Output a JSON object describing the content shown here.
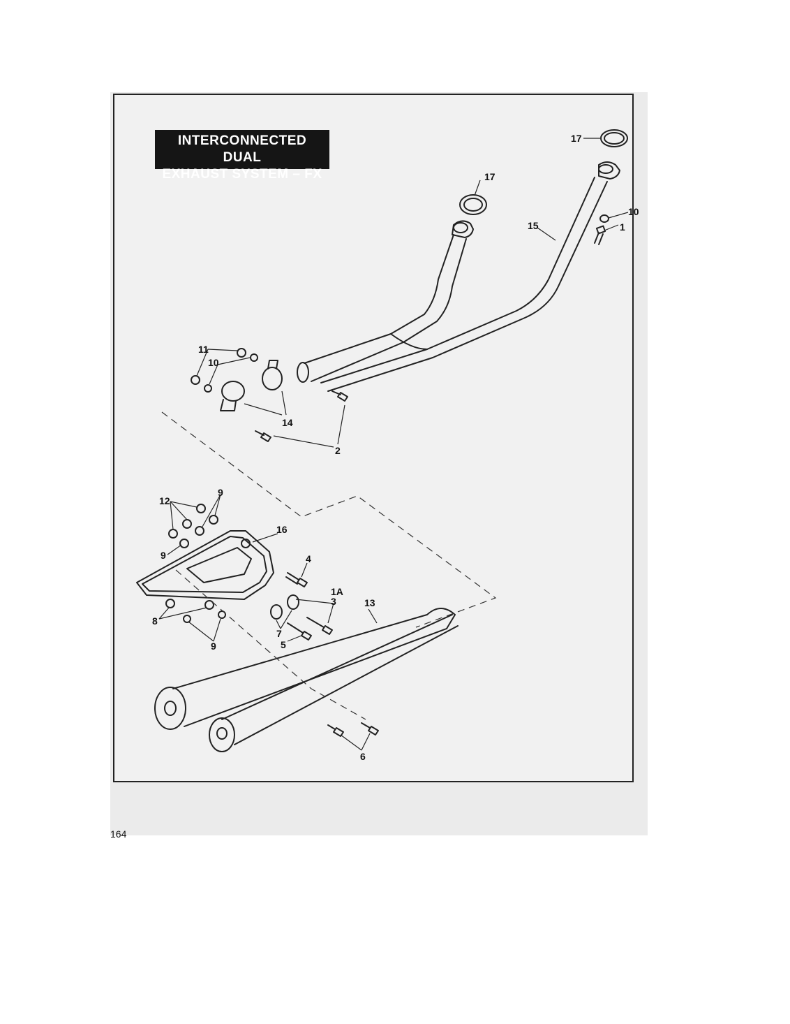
{
  "title": {
    "line1": "INTERCONNECTED DUAL",
    "line2": "EXHAUST SYSTEM – FX"
  },
  "page_number": "164",
  "callouts": {
    "c17a": "17",
    "c17b": "17",
    "c10a": "10",
    "c1": "1",
    "c15": "15",
    "c11": "11",
    "c10b": "10",
    "c14": "14",
    "c2": "2",
    "c12": "12",
    "c9a": "9",
    "c16": "16",
    "c9b": "9",
    "c4": "4",
    "c1A": "1A",
    "c3": "3",
    "c13": "13",
    "c8": "8",
    "c7": "7",
    "c5": "5",
    "c9c": "9",
    "c6": "6"
  }
}
